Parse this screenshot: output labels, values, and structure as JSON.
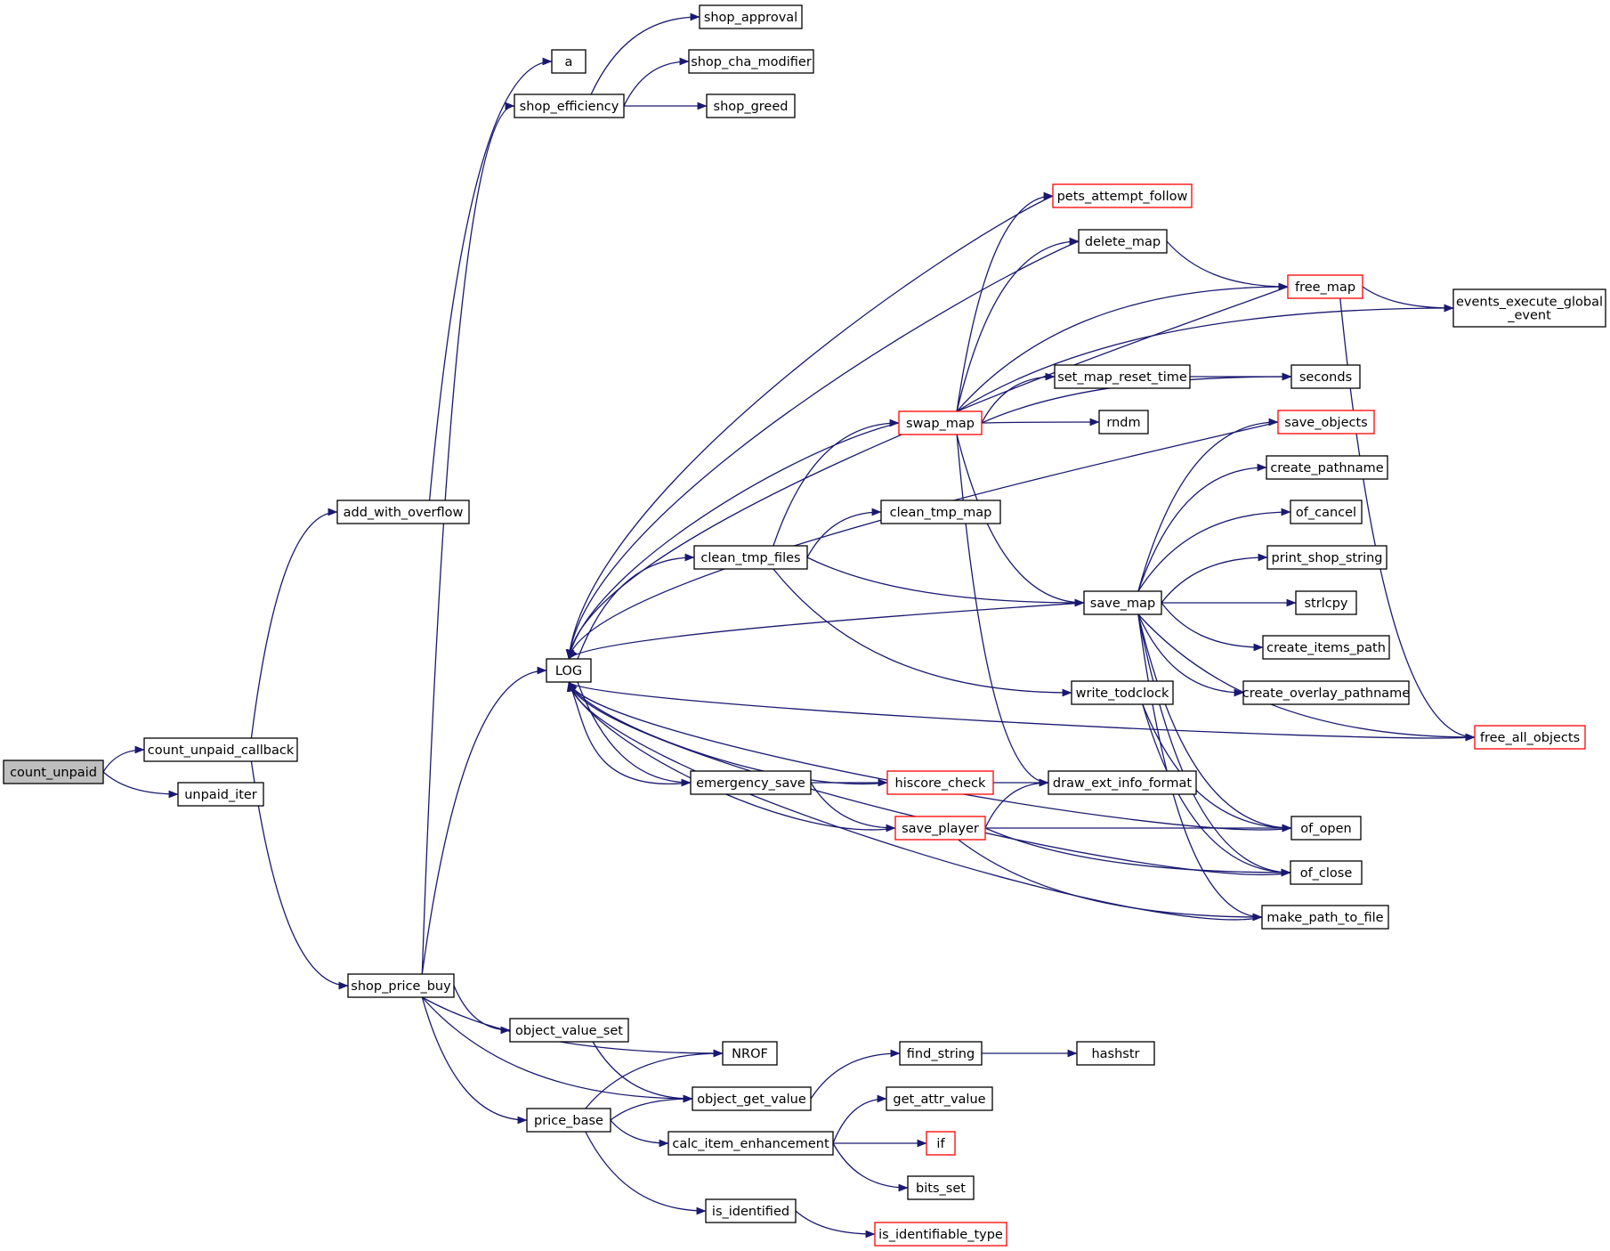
{
  "graph": {
    "nodes": [
      {
        "id": "count_unpaid",
        "lines": [
          "count_unpaid"
        ],
        "root": true
      },
      {
        "id": "count_unpaid_callback",
        "lines": [
          "count_unpaid_callback"
        ]
      },
      {
        "id": "unpaid_iter",
        "lines": [
          "unpaid_iter"
        ]
      },
      {
        "id": "add_with_overflow",
        "lines": [
          "add_with_overflow"
        ]
      },
      {
        "id": "shop_price_buy",
        "lines": [
          "shop_price_buy"
        ]
      },
      {
        "id": "a",
        "lines": [
          "a"
        ]
      },
      {
        "id": "shop_efficiency",
        "lines": [
          "shop_efficiency"
        ]
      },
      {
        "id": "shop_approval",
        "lines": [
          "shop_approval"
        ]
      },
      {
        "id": "shop_cha_modifier",
        "lines": [
          "shop_cha_modifier"
        ]
      },
      {
        "id": "shop_greed",
        "lines": [
          "shop_greed"
        ]
      },
      {
        "id": "LOG",
        "lines": [
          "LOG"
        ]
      },
      {
        "id": "object_value_set",
        "lines": [
          "object_value_set"
        ]
      },
      {
        "id": "NROF",
        "lines": [
          "NROF"
        ]
      },
      {
        "id": "object_get_value",
        "lines": [
          "object_get_value"
        ]
      },
      {
        "id": "price_base",
        "lines": [
          "price_base"
        ]
      },
      {
        "id": "calc_item_enhancement",
        "lines": [
          "calc_item_enhancement"
        ]
      },
      {
        "id": "is_identified",
        "lines": [
          "is_identified"
        ]
      },
      {
        "id": "find_string",
        "lines": [
          "find_string"
        ]
      },
      {
        "id": "hashstr",
        "lines": [
          "hashstr"
        ]
      },
      {
        "id": "get_attr_value",
        "lines": [
          "get_attr_value"
        ]
      },
      {
        "id": "if",
        "lines": [
          "if"
        ],
        "red": true
      },
      {
        "id": "bits_set",
        "lines": [
          "bits_set"
        ]
      },
      {
        "id": "is_identifiable_type",
        "lines": [
          "is_identifiable_type"
        ],
        "red": true
      },
      {
        "id": "clean_tmp_files",
        "lines": [
          "clean_tmp_files"
        ]
      },
      {
        "id": "emergency_save",
        "lines": [
          "emergency_save"
        ]
      },
      {
        "id": "swap_map",
        "lines": [
          "swap_map"
        ],
        "red": true
      },
      {
        "id": "clean_tmp_map",
        "lines": [
          "clean_tmp_map"
        ]
      },
      {
        "id": "hiscore_check",
        "lines": [
          "hiscore_check"
        ],
        "red": true
      },
      {
        "id": "save_player",
        "lines": [
          "save_player"
        ],
        "red": true
      },
      {
        "id": "pets_attempt_follow",
        "lines": [
          "pets_attempt_follow"
        ],
        "red": true
      },
      {
        "id": "delete_map",
        "lines": [
          "delete_map"
        ]
      },
      {
        "id": "set_map_reset_time",
        "lines": [
          "set_map_reset_time"
        ]
      },
      {
        "id": "rndm",
        "lines": [
          "rndm"
        ]
      },
      {
        "id": "save_map",
        "lines": [
          "save_map"
        ]
      },
      {
        "id": "write_todclock",
        "lines": [
          "write_todclock"
        ]
      },
      {
        "id": "draw_ext_info_format",
        "lines": [
          "draw_ext_info_format"
        ]
      },
      {
        "id": "free_map",
        "lines": [
          "free_map"
        ],
        "red": true
      },
      {
        "id": "seconds",
        "lines": [
          "seconds"
        ]
      },
      {
        "id": "save_objects",
        "lines": [
          "save_objects"
        ],
        "red": true
      },
      {
        "id": "create_pathname",
        "lines": [
          "create_pathname"
        ]
      },
      {
        "id": "of_cancel",
        "lines": [
          "of_cancel"
        ]
      },
      {
        "id": "print_shop_string",
        "lines": [
          "print_shop_string"
        ]
      },
      {
        "id": "strlcpy",
        "lines": [
          "strlcpy"
        ]
      },
      {
        "id": "create_items_path",
        "lines": [
          "create_items_path"
        ]
      },
      {
        "id": "create_overlay_pathname",
        "lines": [
          "create_overlay_pathname"
        ]
      },
      {
        "id": "free_all_objects",
        "lines": [
          "free_all_objects"
        ],
        "red": true
      },
      {
        "id": "of_open",
        "lines": [
          "of_open"
        ]
      },
      {
        "id": "of_close",
        "lines": [
          "of_close"
        ]
      },
      {
        "id": "make_path_to_file",
        "lines": [
          "make_path_to_file"
        ]
      },
      {
        "id": "events_execute_global_event",
        "lines": [
          "events_execute_global",
          "_event"
        ]
      }
    ],
    "edges": [
      [
        "count_unpaid",
        "count_unpaid_callback"
      ],
      [
        "count_unpaid",
        "unpaid_iter"
      ],
      [
        "count_unpaid_callback",
        "add_with_overflow"
      ],
      [
        "count_unpaid_callback",
        "shop_price_buy"
      ],
      [
        "add_with_overflow",
        "a"
      ],
      [
        "shop_price_buy",
        "shop_efficiency"
      ],
      [
        "shop_price_buy",
        "LOG"
      ],
      [
        "shop_price_buy",
        "object_value_set"
      ],
      [
        "shop_price_buy",
        "NROF"
      ],
      [
        "shop_price_buy",
        "object_get_value"
      ],
      [
        "shop_price_buy",
        "price_base"
      ],
      [
        "shop_efficiency",
        "shop_approval"
      ],
      [
        "shop_efficiency",
        "shop_cha_modifier"
      ],
      [
        "shop_efficiency",
        "shop_greed"
      ],
      [
        "object_value_set",
        "object_get_value"
      ],
      [
        "price_base",
        "NROF"
      ],
      [
        "price_base",
        "object_get_value"
      ],
      [
        "price_base",
        "calc_item_enhancement"
      ],
      [
        "price_base",
        "is_identified"
      ],
      [
        "object_get_value",
        "find_string"
      ],
      [
        "find_string",
        "hashstr"
      ],
      [
        "calc_item_enhancement",
        "get_attr_value"
      ],
      [
        "calc_item_enhancement",
        "if"
      ],
      [
        "calc_item_enhancement",
        "bits_set"
      ],
      [
        "is_identified",
        "is_identifiable_type"
      ],
      [
        "LOG",
        "clean_tmp_files"
      ],
      [
        "LOG",
        "emergency_save"
      ],
      [
        "clean_tmp_files",
        "swap_map"
      ],
      [
        "clean_tmp_files",
        "clean_tmp_map"
      ],
      [
        "clean_tmp_files",
        "save_map"
      ],
      [
        "clean_tmp_files",
        "write_todclock"
      ],
      [
        "emergency_save",
        "hiscore_check"
      ],
      [
        "emergency_save",
        "save_player"
      ],
      [
        "emergency_save",
        "LOG"
      ],
      [
        "swap_map",
        "pets_attempt_follow"
      ],
      [
        "swap_map",
        "delete_map"
      ],
      [
        "swap_map",
        "free_map"
      ],
      [
        "swap_map",
        "events_execute_global_event"
      ],
      [
        "swap_map",
        "set_map_reset_time"
      ],
      [
        "swap_map",
        "rndm"
      ],
      [
        "swap_map",
        "seconds"
      ],
      [
        "swap_map",
        "save_map"
      ],
      [
        "swap_map",
        "draw_ext_info_format"
      ],
      [
        "swap_map",
        "LOG"
      ],
      [
        "hiscore_check",
        "draw_ext_info_format"
      ],
      [
        "hiscore_check",
        "LOG"
      ],
      [
        "save_player",
        "draw_ext_info_format"
      ],
      [
        "save_player",
        "of_open"
      ],
      [
        "save_player",
        "of_close"
      ],
      [
        "save_player",
        "make_path_to_file"
      ],
      [
        "save_player",
        "LOG"
      ],
      [
        "pets_attempt_follow",
        "LOG"
      ],
      [
        "delete_map",
        "free_map"
      ],
      [
        "delete_map",
        "LOG"
      ],
      [
        "set_map_reset_time",
        "seconds"
      ],
      [
        "free_map",
        "events_execute_global_event"
      ],
      [
        "free_map",
        "free_all_objects"
      ],
      [
        "free_map",
        "LOG"
      ],
      [
        "save_map",
        "save_objects"
      ],
      [
        "save_map",
        "create_pathname"
      ],
      [
        "save_map",
        "of_cancel"
      ],
      [
        "save_map",
        "print_shop_string"
      ],
      [
        "save_map",
        "strlcpy"
      ],
      [
        "save_map",
        "create_items_path"
      ],
      [
        "save_map",
        "create_overlay_pathname"
      ],
      [
        "save_map",
        "free_all_objects"
      ],
      [
        "save_map",
        "of_open"
      ],
      [
        "save_map",
        "of_close"
      ],
      [
        "save_map",
        "make_path_to_file"
      ],
      [
        "save_map",
        "LOG"
      ],
      [
        "write_todclock",
        "of_open"
      ],
      [
        "write_todclock",
        "of_close"
      ],
      [
        "save_objects",
        "LOG"
      ],
      [
        "free_all_objects",
        "LOG"
      ],
      [
        "of_open",
        "LOG"
      ],
      [
        "of_close",
        "LOG"
      ],
      [
        "make_path_to_file",
        "LOG"
      ]
    ]
  }
}
